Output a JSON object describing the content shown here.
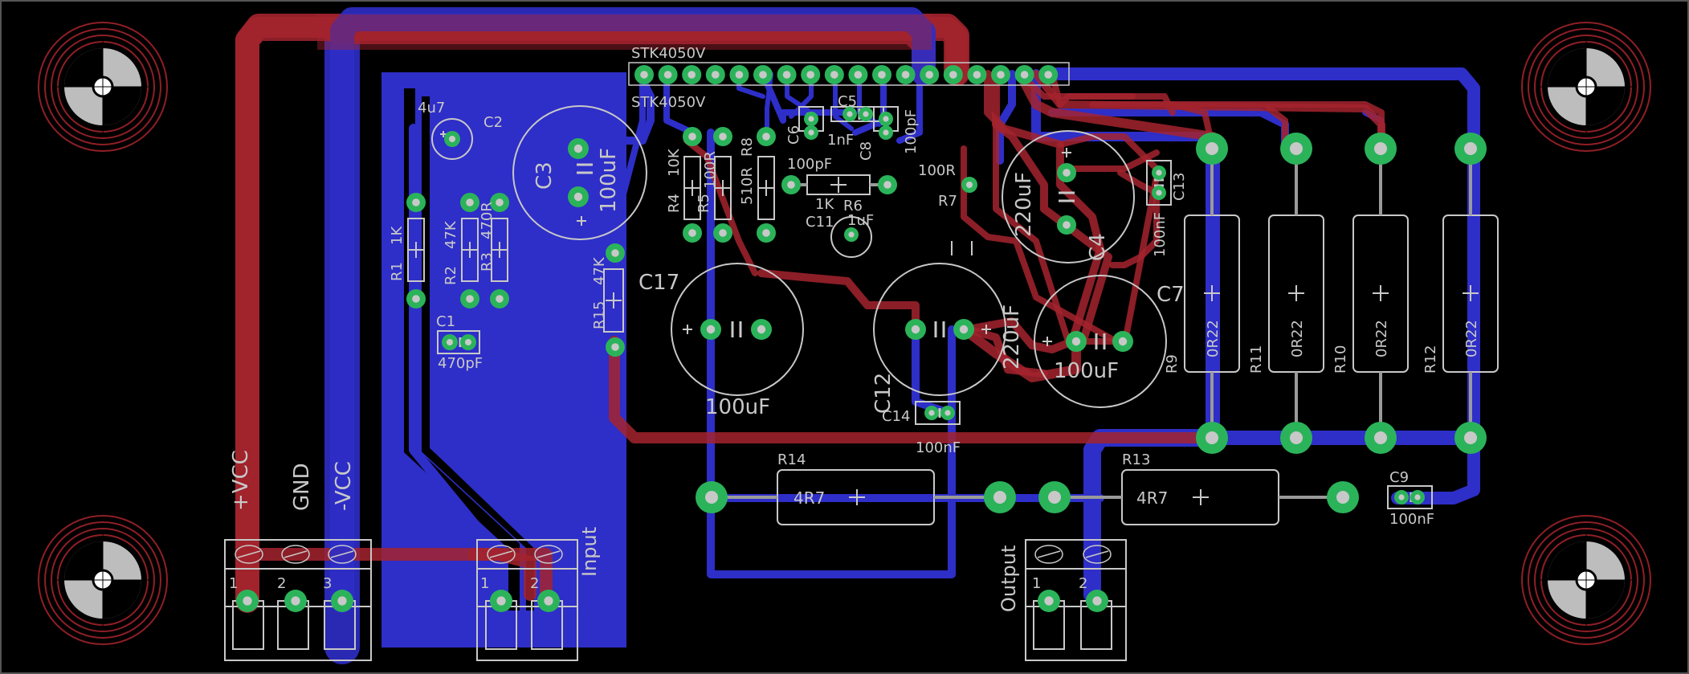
{
  "colors": {
    "background": "#000000",
    "top_copper": "#a3232e",
    "bottom_copper": "#2e2ec8",
    "pad": "#2bb35a",
    "silkscreen": "#c8c8c8",
    "mount_hole": "#8f1f26"
  },
  "power_labels": {
    "vcc_pos": "+VCC",
    "gnd": "GND",
    "vcc_neg": "-VCC"
  },
  "connector_labels": {
    "input": "Input",
    "output": "Output"
  },
  "ic": {
    "name_top": "STK4050V",
    "name_bottom": "STK4050V"
  },
  "resistors": {
    "r1": {
      "name": "R1",
      "value": "1K"
    },
    "r2": {
      "name": "R2",
      "value": "47K"
    },
    "r3": {
      "name": "R3",
      "value": "470R"
    },
    "r4": {
      "name": "R4",
      "value": "10K"
    },
    "r5": {
      "name": "R5",
      "value": "100R"
    },
    "r6": {
      "name": "R6",
      "value": "1K"
    },
    "r7": {
      "name": "R7",
      "value": "100R"
    },
    "r8": {
      "name": "R8",
      "value": "510R"
    },
    "r9": {
      "name": "R9",
      "value": "0R22"
    },
    "r10": {
      "name": "R10",
      "value": "0R22"
    },
    "r11": {
      "name": "R11",
      "value": "0R22"
    },
    "r12": {
      "name": "R12",
      "value": "0R22"
    },
    "r13": {
      "name": "R13",
      "value": "4R7"
    },
    "r14": {
      "name": "R14",
      "value": "4R7"
    },
    "r15": {
      "name": "R15",
      "value": "47K"
    }
  },
  "capacitors": {
    "c1": {
      "name": "C1",
      "value": "470pF"
    },
    "c2": {
      "name": "C2",
      "value": "4u7"
    },
    "c3": {
      "name": "C3",
      "value": "100uF"
    },
    "c4": {
      "name": "C4",
      "value": "220uF"
    },
    "c5": {
      "name": "C5",
      "value": "1nF"
    },
    "c6": {
      "name": "C6",
      "value": "100pF"
    },
    "c7": {
      "name": "C7",
      "value": "100uF"
    },
    "c8": {
      "name": "C8",
      "value": "100pF"
    },
    "c9": {
      "name": "C9",
      "value": "100nF"
    },
    "c11": {
      "name": "C11",
      "value": "1uF"
    },
    "c12": {
      "name": "C12",
      "value": "220uF"
    },
    "c13": {
      "name": "C13",
      "value": "100nF"
    },
    "c14": {
      "name": "C14",
      "value": "100nF"
    },
    "c17": {
      "name": "C17",
      "value": "100uF"
    }
  },
  "pin_numbers": {
    "p1": "1",
    "p2": "2",
    "p3": "3"
  }
}
